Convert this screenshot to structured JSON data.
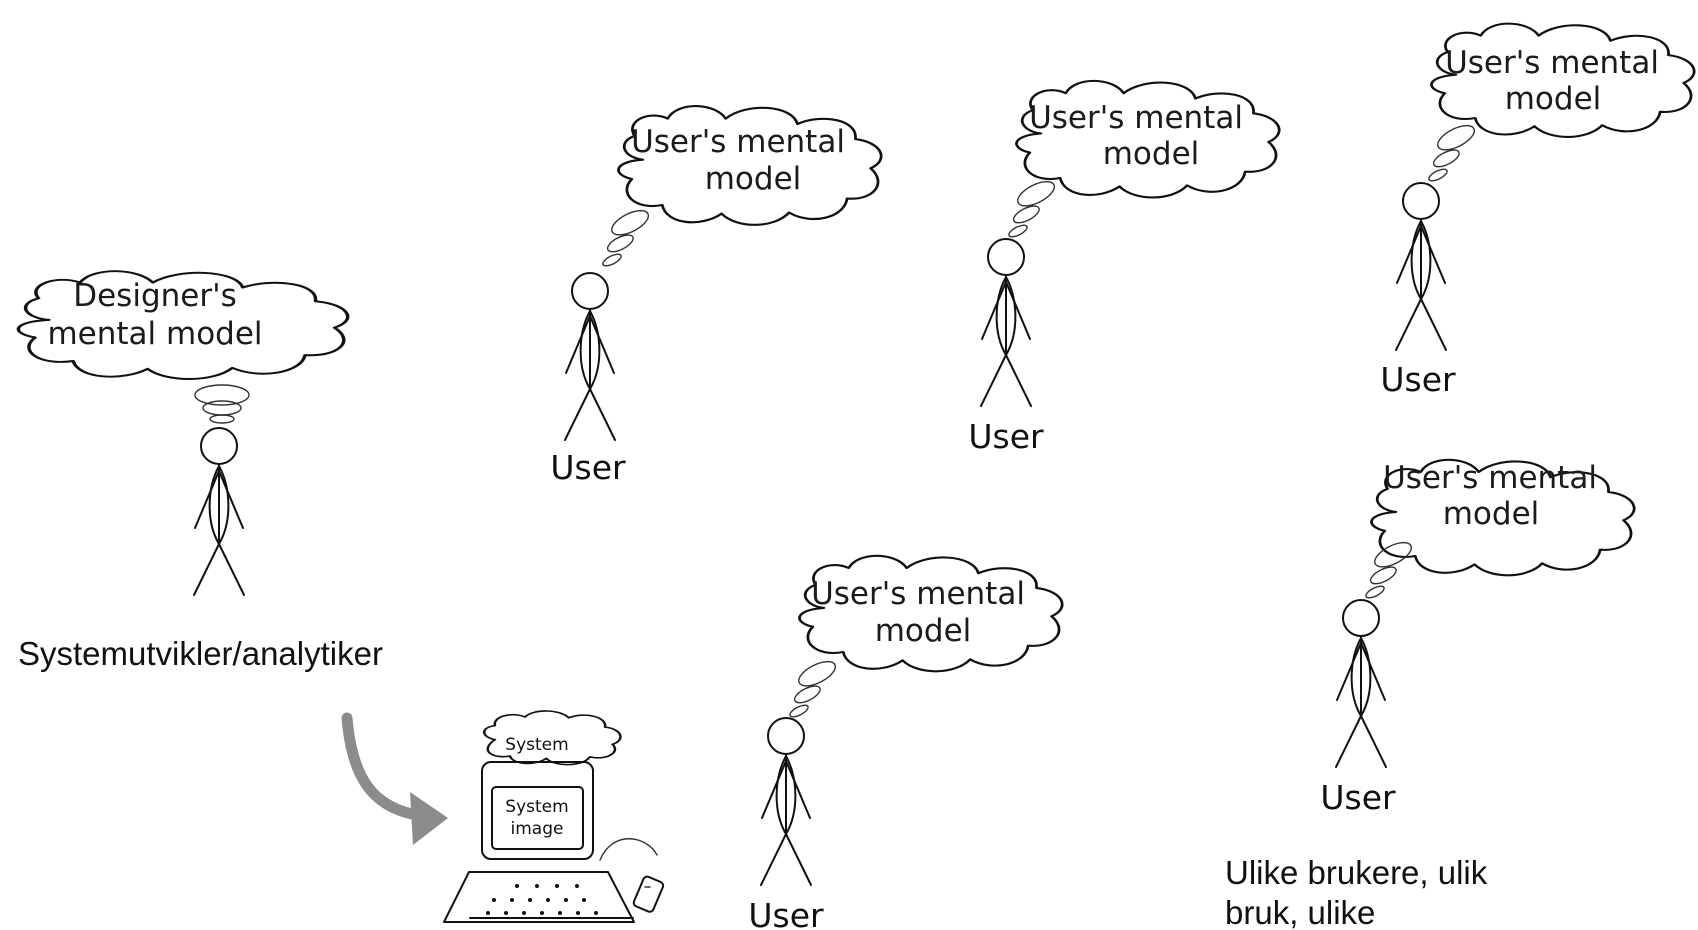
{
  "designer": {
    "thought": [
      "Designer's",
      "mental model"
    ],
    "caption": "Systemutvikler/analytiker"
  },
  "system": {
    "thought": "System",
    "screen": [
      "System",
      "image"
    ]
  },
  "users": [
    {
      "thought": [
        "User's mental",
        "model"
      ],
      "label": "User"
    },
    {
      "thought": [
        "User's mental",
        "model"
      ],
      "label": "User"
    },
    {
      "thought": [
        "User's mental",
        "model"
      ],
      "label": "User"
    },
    {
      "thought": [
        "User's mental",
        "model"
      ],
      "label": "User"
    },
    {
      "thought": [
        "User's mental",
        "model"
      ],
      "label": "User"
    }
  ],
  "note": [
    "Ulike brukere, ulik",
    "bruk, ulike"
  ],
  "colors": {
    "arrow": "#8c8c8c",
    "line": "#111111",
    "cloud_text": "#1b1b1b"
  }
}
